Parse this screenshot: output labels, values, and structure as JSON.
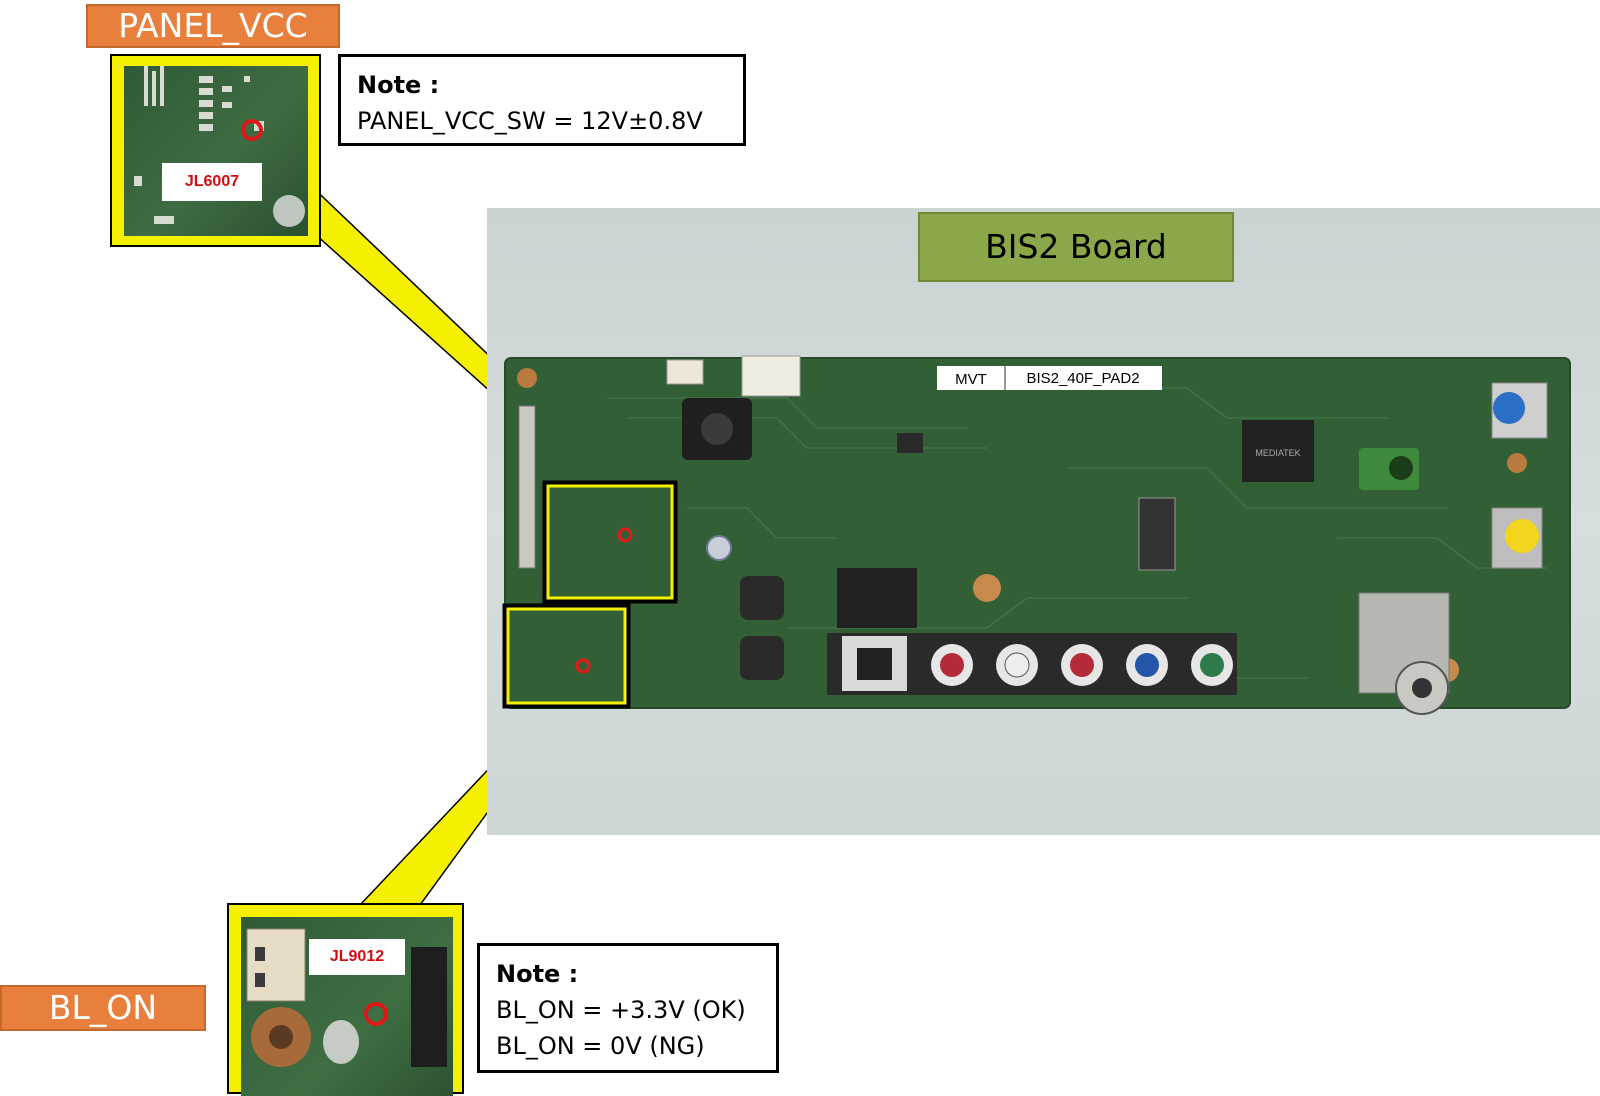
{
  "labels": {
    "panel_vcc": "PANEL_VCC",
    "bl_on": "BL_ON",
    "board_title": "BIS2 Board"
  },
  "notes": {
    "top": {
      "title": "Note :",
      "line1": "PANEL_VCC_SW =  12V±0.8V"
    },
    "bottom": {
      "title": "Note :",
      "line1": "BL_ON = +3.3V (OK)",
      "line2": "BL_ON = 0V (NG)"
    }
  },
  "connectors": {
    "top": "JL6007",
    "bottom": "JL9012"
  },
  "board_markings": {
    "silk1": "MVT",
    "silk2": "BIS2_40F_PAD2"
  },
  "colors": {
    "orange": "#e97f3d",
    "callout_yellow": "#f5f000",
    "test_point_red": "#e01818",
    "board_green": "#2e5a33",
    "title_green": "#8aa84a"
  }
}
